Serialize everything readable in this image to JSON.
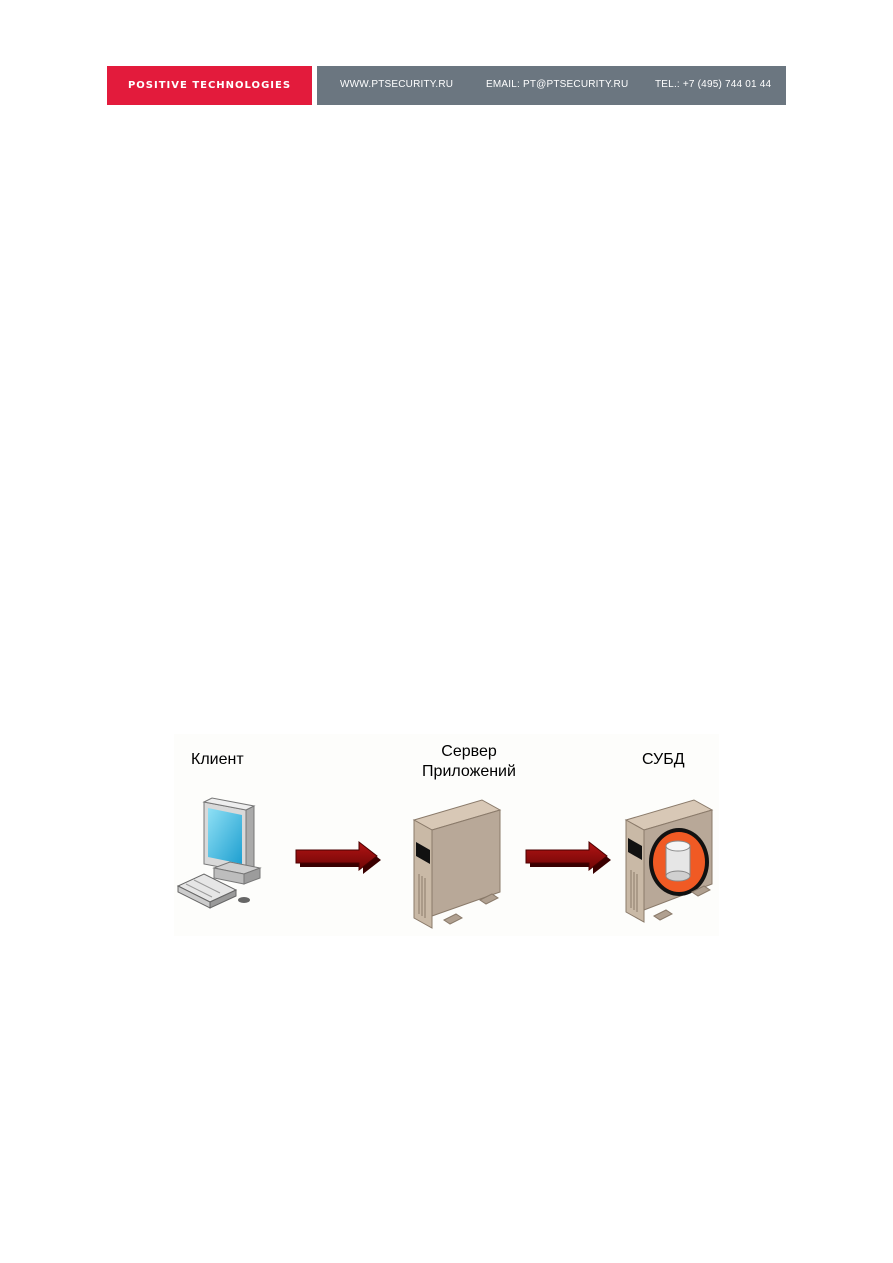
{
  "header": {
    "brand": "POSITIVE TECHNOLOGIES",
    "website": "WWW.PTSECURITY.RU",
    "email": "EMAIL: PT@PTSECURITY.RU",
    "phone": "TEL.: +7 (495) 744 01 44",
    "colors": {
      "brand_bg": "#e31b3c",
      "contacts_bg": "#6b7680"
    }
  },
  "diagram": {
    "client_label": "Клиент",
    "server_label_line1": "Сервер",
    "server_label_line2": "Приложений",
    "dbms_label": "СУБД",
    "icons": [
      "workstation-icon",
      "arrow-right-icon",
      "server-icon",
      "arrow-right-icon",
      "database-server-icon"
    ]
  }
}
